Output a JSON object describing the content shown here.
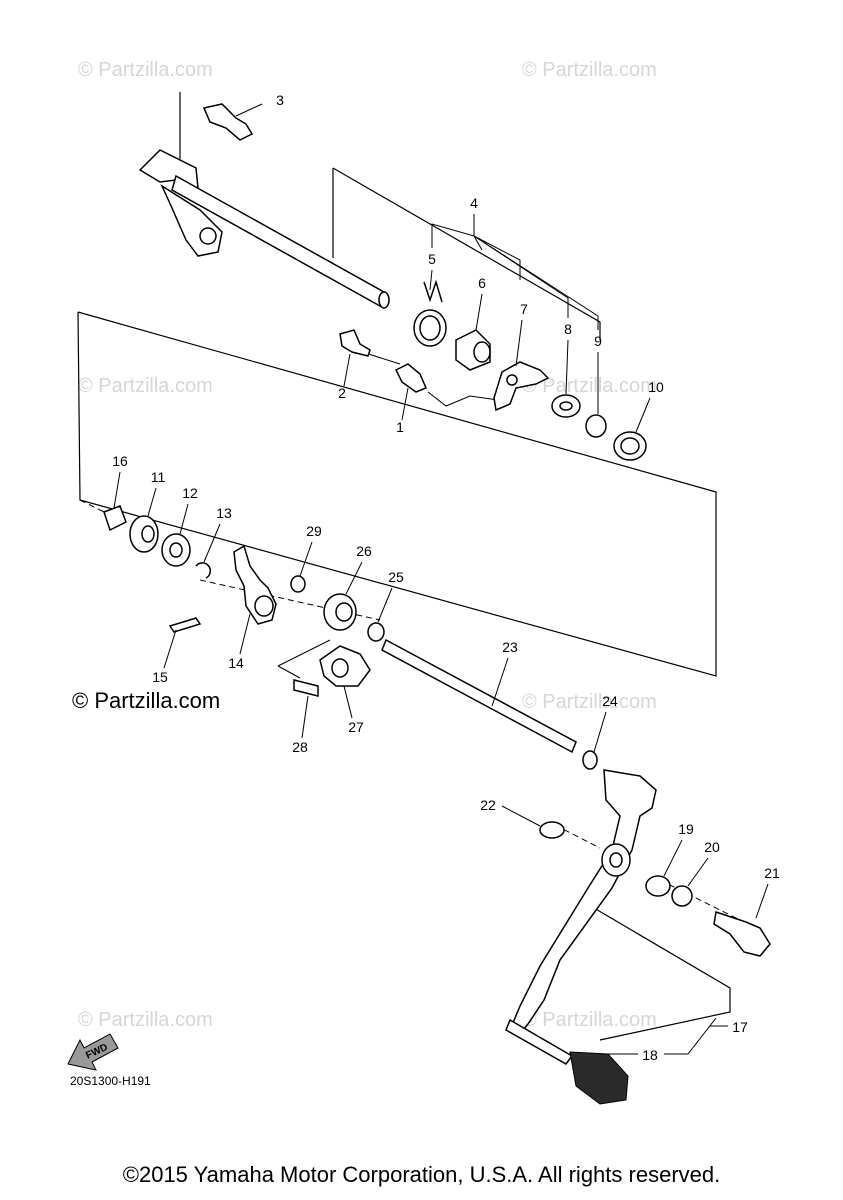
{
  "diagram": {
    "callouts": [
      "1",
      "2",
      "3",
      "4",
      "5",
      "6",
      "7",
      "8",
      "9",
      "10",
      "11",
      "12",
      "13",
      "14",
      "15",
      "16",
      "17",
      "18",
      "19",
      "20",
      "21",
      "22",
      "23",
      "24",
      "25",
      "26",
      "27",
      "28",
      "29"
    ],
    "watermark_faint": "© Partzilla.com",
    "watermark_main": "© Partzilla.com",
    "fwd_label": "FWD",
    "drawing_code": "20S1300-H191"
  },
  "footer": {
    "copyright": "©2015 Yamaha Motor Corporation, U.S.A. All rights reserved."
  }
}
